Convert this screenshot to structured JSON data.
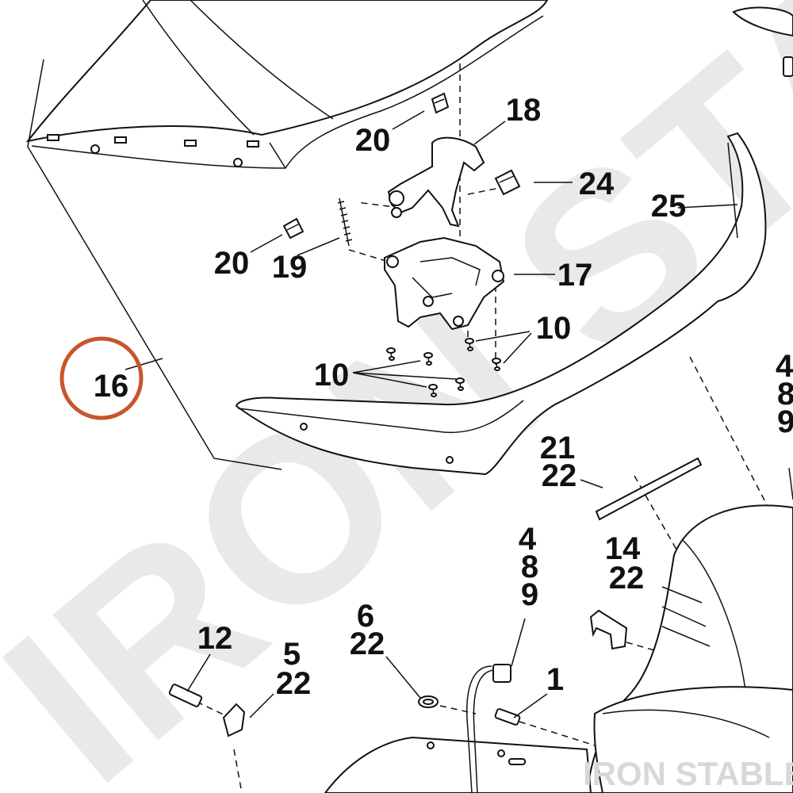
{
  "diagram": {
    "watermark": "IRON STABLE",
    "highlight_color": "#c8552a",
    "highlighted_callout": "16",
    "callouts": {
      "c16": "16",
      "c18": "18",
      "c20a": "20",
      "c20b": "20",
      "c24": "24",
      "c25": "25",
      "c19": "19",
      "c17": "17",
      "c10a": "10",
      "c10b": "10",
      "c21": "21",
      "c22a": "22",
      "c4a": "4",
      "c8a": "8",
      "c9a": "9",
      "c14": "14",
      "c22b": "22",
      "c6": "6",
      "c22c": "22",
      "c12": "12",
      "c5": "5",
      "c22d": "22",
      "c1": "1",
      "c4b": "4",
      "c8b": "8",
      "c9b": "9"
    }
  }
}
